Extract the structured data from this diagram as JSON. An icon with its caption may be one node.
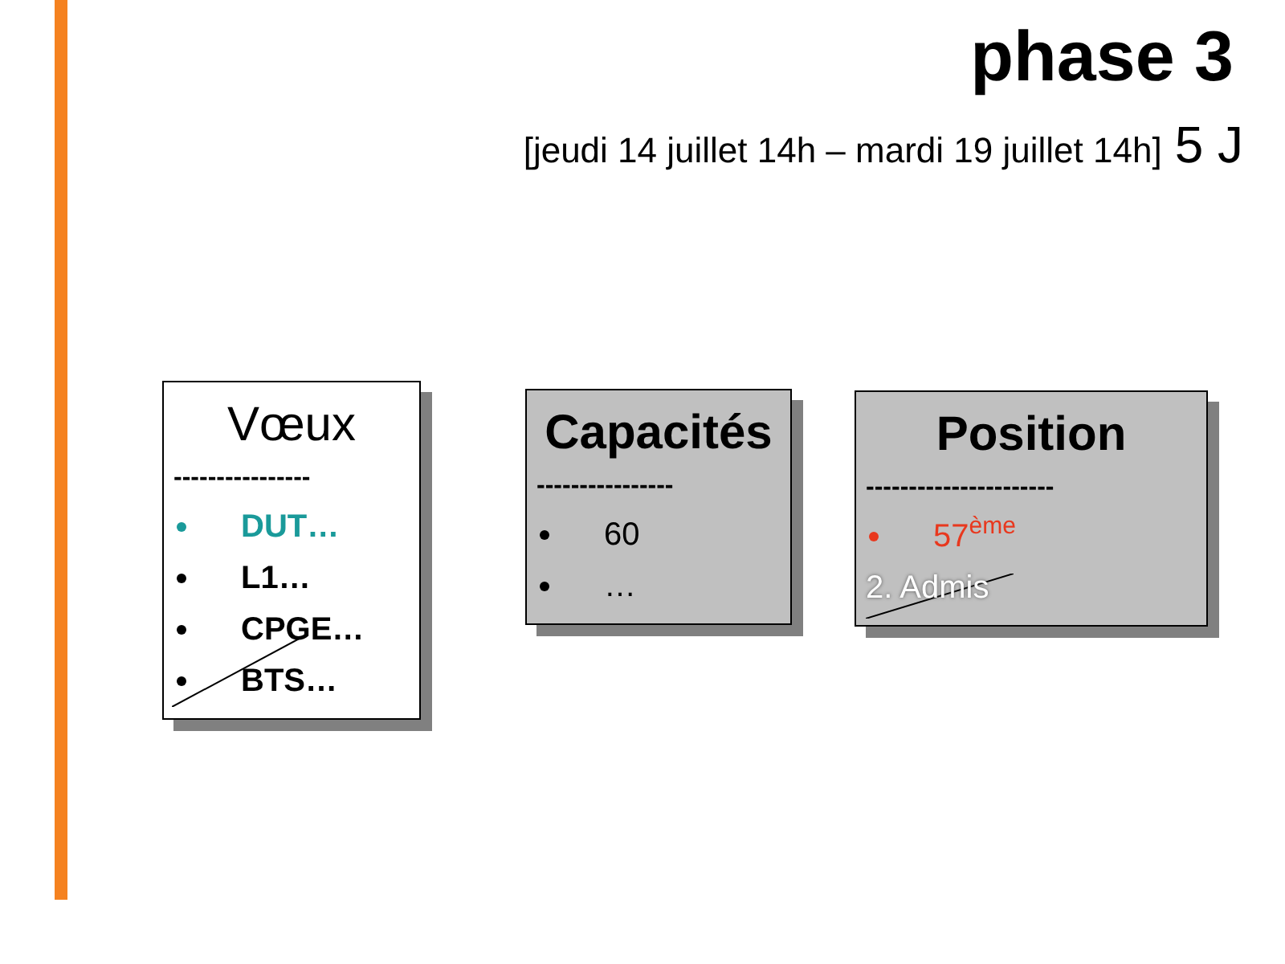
{
  "diagram": {
    "title": "phase 3",
    "nodes": [
      {
        "text": [
          "Vœux",
          "----------------",
          "DUT…",
          "L1…",
          "CPGE…",
          "BTS…"
        ]
      },
      {
        "text": [
          "Capacités",
          "----------------",
          "60",
          "…"
        ]
      },
      {
        "text": [
          "Position",
          "----------------------",
          "57$^{ème}$",
          "2. Admis"
        ]
      }
    ],
    "labels": [
      "[jeudi 14 juillet 14h – mardi 19 juillet 14h]",
      "5 J"
    ]
  }
}
